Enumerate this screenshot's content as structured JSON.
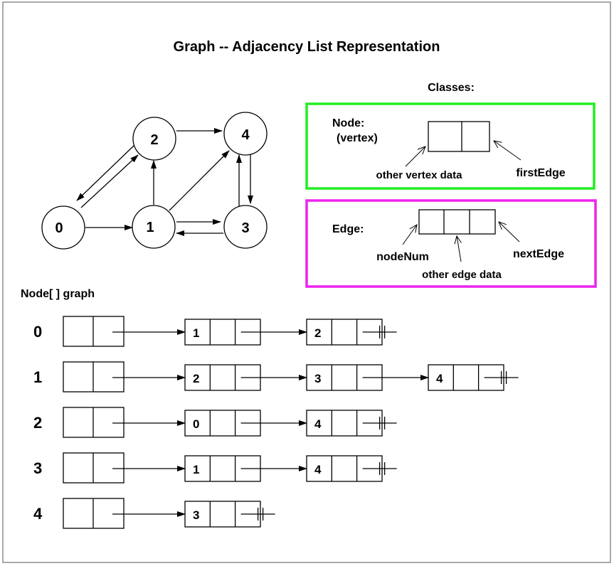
{
  "title": "Graph -- Adjacency List Representation",
  "classes": {
    "heading": "Classes:",
    "node_class": {
      "name": "Node:",
      "subtitle": "(vertex)",
      "field_data": "other vertex data",
      "field_edge": "firstEdge",
      "border_color": "#22ee22"
    },
    "edge_class": {
      "name": "Edge:",
      "field_node": "nodeNum",
      "field_data": "other edge data",
      "field_next": "nextEdge",
      "border_color": "#ee22ee"
    }
  },
  "graph": {
    "nodes": [
      {
        "id": "n0",
        "label": "0"
      },
      {
        "id": "n1",
        "label": "1"
      },
      {
        "id": "n2",
        "label": "2"
      },
      {
        "id": "n3",
        "label": "3"
      },
      {
        "id": "n4",
        "label": "4"
      }
    ],
    "edges": [
      {
        "from": "0",
        "to": "1"
      },
      {
        "from": "0",
        "to": "2"
      },
      {
        "from": "1",
        "to": "2"
      },
      {
        "from": "1",
        "to": "3"
      },
      {
        "from": "1",
        "to": "4"
      },
      {
        "from": "2",
        "to": "0"
      },
      {
        "from": "2",
        "to": "4"
      },
      {
        "from": "3",
        "to": "1"
      },
      {
        "from": "3",
        "to": "4"
      },
      {
        "from": "4",
        "to": "3"
      }
    ]
  },
  "adjacency": {
    "heading": "Node[ ]  graph",
    "rows": [
      {
        "index": "0",
        "edges": [
          "1",
          "2"
        ]
      },
      {
        "index": "1",
        "edges": [
          "2",
          "3",
          "4"
        ]
      },
      {
        "index": "2",
        "edges": [
          "0",
          "4"
        ]
      },
      {
        "index": "3",
        "edges": [
          "1",
          "4"
        ]
      },
      {
        "index": "4",
        "edges": [
          "3"
        ]
      }
    ]
  }
}
